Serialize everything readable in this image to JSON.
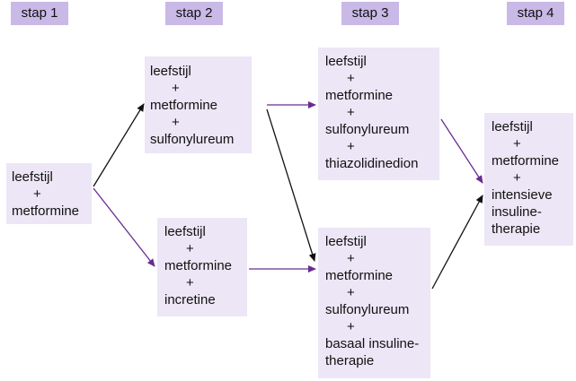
{
  "steps": [
    "stap 1",
    "stap 2",
    "stap 3",
    "stap 4"
  ],
  "boxes": {
    "step1": [
      "leefstijl",
      "+",
      "metformine"
    ],
    "step2_top": [
      "leefstijl",
      "+",
      "metformine",
      "+",
      "sulfonylureum"
    ],
    "step2_bottom": [
      "leefstijl",
      "+",
      "metformine",
      "+",
      "incretine"
    ],
    "step3_top": [
      "leefstijl",
      "+",
      "metformine",
      "+",
      "sulfonylureum",
      "+",
      "thiazolidinedion"
    ],
    "step3_bottom": [
      "leefstijl",
      "+",
      "metformine",
      "+",
      "sulfonylureum",
      "+",
      "basaal insuline-",
      "therapie"
    ],
    "step4": [
      "leefstijl",
      "+",
      "metformine",
      "+",
      "intensieve",
      "insuline-",
      "therapie"
    ]
  },
  "colors": {
    "header": "#c9b9e6",
    "box": "#ece6f6",
    "arrow_purple": "#6a2c91",
    "arrow_black": "#111111"
  }
}
